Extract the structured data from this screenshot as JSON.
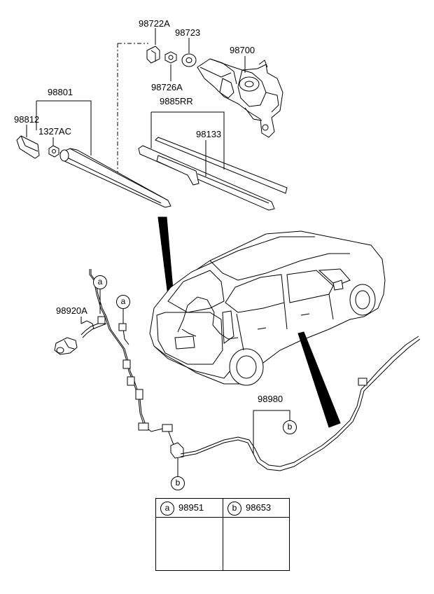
{
  "part_labels": {
    "p98722A": "98722A",
    "p98723": "98723",
    "p98700": "98700",
    "p98726A": "98726A",
    "p98801": "98801",
    "p9885RR": "9885RR",
    "p98812": "98812",
    "p1327AC": "1327AC",
    "p98133": "98133",
    "p98920A": "98920A",
    "p98980": "98980"
  },
  "callouts": {
    "a1": "a",
    "a2": "a",
    "b1": "b",
    "b2": "b"
  },
  "legend": {
    "a_letter": "a",
    "a_code": "98951",
    "b_letter": "b",
    "b_code": "98653"
  }
}
